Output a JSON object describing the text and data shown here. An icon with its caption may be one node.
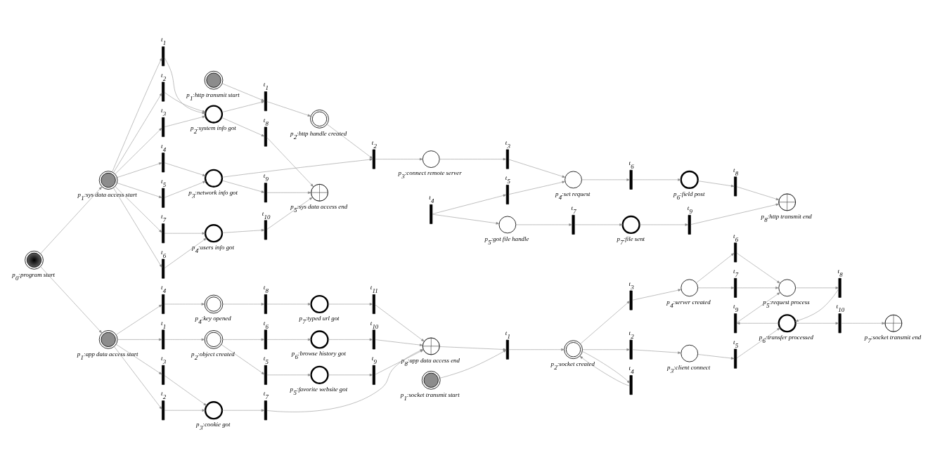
{
  "diagram": {
    "nodes": [
      {
        "text": [
          "p$_{0}$:program start"
        ]
      },
      {
        "text": [
          "p$_{1}$:sys data access start"
        ]
      },
      {
        "text": [
          "t$_{1}$"
        ]
      },
      {
        "text": [
          "t$_{2}$"
        ]
      },
      {
        "text": [
          "t$_{3}$"
        ]
      },
      {
        "text": [
          "t$_{4}$"
        ]
      },
      {
        "text": [
          "t$_{5}$"
        ]
      },
      {
        "text": [
          "t$_{6}$"
        ]
      },
      {
        "text": [
          "t$_{7}$"
        ]
      },
      {
        "text": [
          "p$_{2}$:system info got"
        ]
      },
      {
        "text": [
          "p$_{3}$:network info got"
        ]
      },
      {
        "text": [
          "p$_{4}$:users info got"
        ]
      },
      {
        "text": [
          "t$_{8}$"
        ]
      },
      {
        "text": [
          "t$_{9}$"
        ]
      },
      {
        "text": [
          "t$_{10}$"
        ]
      },
      {
        "text": [
          "p$_{5}$:sys data access end"
        ]
      },
      {
        "text": [
          "p$_{1}$:app data access start"
        ]
      },
      {
        "text": [
          "t$_{1}$"
        ]
      },
      {
        "text": [
          "t$_{2}$"
        ]
      },
      {
        "text": [
          "t$_{3}$"
        ]
      },
      {
        "text": [
          "t$_{4}$"
        ]
      },
      {
        "text": [
          "p$_{2}$:object created"
        ]
      },
      {
        "text": [
          "p$_{3}$:cookie got"
        ]
      },
      {
        "text": [
          "p$_{4}$:key opened"
        ]
      },
      {
        "text": [
          "t$_{5}$"
        ]
      },
      {
        "text": [
          "t$_{6}$"
        ]
      },
      {
        "text": [
          "t$_{7}$"
        ]
      },
      {
        "text": [
          "t$_{8}$"
        ]
      },
      {
        "text": [
          "p$_{5}$:favorite website got"
        ]
      },
      {
        "text": [
          "p$_{6}$:browse history got"
        ]
      },
      {
        "text": [
          "p$_{7}$:typed url got"
        ]
      },
      {
        "text": [
          "t$_{9}$"
        ]
      },
      {
        "text": [
          "t$_{10}$"
        ]
      },
      {
        "text": [
          "t$_{11}$"
        ]
      },
      {
        "text": [
          "p$_{8}$:app data access end"
        ]
      },
      {
        "text": [
          "p$_{1}$:http transmit start"
        ]
      },
      {
        "text": [
          "t$_{1}$"
        ]
      },
      {
        "text": [
          "p$_{2}$:http handle created"
        ]
      },
      {
        "text": [
          "t$_{2}$"
        ]
      },
      {
        "text": [
          "p$_{3}$:connect remote server"
        ]
      },
      {
        "text": [
          "t$_{3}$"
        ]
      },
      {
        "text": [
          "p$_{4}$:set request"
        ]
      },
      {
        "text": [
          "t$_{5}$"
        ]
      },
      {
        "text": [
          "t$_{6}$"
        ]
      },
      {
        "text": [
          "t$_{4}$"
        ]
      },
      {
        "text": [
          "p$_{6}$:field post"
        ]
      },
      {
        "text": [
          "p$_{5}$:got file handle"
        ]
      },
      {
        "text": [
          "t$_{7}$"
        ]
      },
      {
        "text": [
          "p$_{7}$:file sent"
        ]
      },
      {
        "text": [
          "t$_{8}$"
        ]
      },
      {
        "text": [
          "t$_{9}$"
        ]
      },
      {
        "text": [
          "p$_{8}$:http transmit end"
        ]
      },
      {
        "text": [
          "p$_{1}$:socket transmit start"
        ]
      },
      {
        "text": [
          "t$_{1}$"
        ]
      },
      {
        "text": [
          "p$_{2}$:socket created"
        ]
      },
      {
        "text": [
          "t$_{2}$"
        ]
      },
      {
        "text": [
          "t$_{3}$"
        ]
      },
      {
        "text": [
          "t$_{4}$"
        ]
      },
      {
        "text": [
          "p$_{3}$:client connect"
        ]
      },
      {
        "text": [
          "p$_{4}$:server created"
        ]
      },
      {
        "text": [
          "t$_{5}$"
        ]
      },
      {
        "text": [
          "t$_{6}$"
        ]
      },
      {
        "text": [
          "t$_{7}$"
        ]
      },
      {
        "text": [
          "p$_{5}$:request process"
        ]
      },
      {
        "text": [
          "t$_{8}$"
        ]
      },
      {
        "text": [
          "t$_{9}$"
        ]
      },
      {
        "text": [
          "p$_{6}$:transfer processed"
        ]
      },
      {
        "text": [
          "t$_{10}$"
        ]
      },
      {
        "text": [
          "p$_{7}$:socket transmit end"
        ]
      }
    ],
    "edges": [
      {
        "from": 0,
        "to": 1,
        "arrow": "to"
      },
      {
        "from": 1,
        "to": 2,
        "arrow": "to"
      },
      {
        "from": 1,
        "to": 3,
        "arrow": "to"
      },
      {
        "from": 1,
        "to": 4,
        "arrow": "to"
      },
      {
        "from": 1,
        "to": 5,
        "arrow": "to"
      },
      {
        "from": 1,
        "to": 6,
        "arrow": "to"
      },
      {
        "from": 1,
        "to": 7,
        "arrow": "to"
      },
      {
        "from": 1,
        "to": 8,
        "arrow": "to"
      },
      {
        "from": 2,
        "to": 9,
        "arrow": "to"
      },
      {
        "from": 3,
        "to": 9,
        "arrow": "to"
      },
      {
        "from": 4,
        "to": 9,
        "arrow": "to"
      },
      {
        "from": 5,
        "to": 10,
        "arrow": "to"
      },
      {
        "from": 6,
        "to": 10,
        "arrow": "to"
      },
      {
        "from": 7,
        "to": 11,
        "arrow": "to"
      },
      {
        "from": 8,
        "to": 11,
        "arrow": "to"
      },
      {
        "from": 9,
        "to": 12,
        "arrow": "to"
      },
      {
        "from": 10,
        "to": 13,
        "arrow": "to"
      },
      {
        "from": 11,
        "to": 14,
        "arrow": "to"
      },
      {
        "from": 12,
        "to": 15,
        "arrow": "to"
      },
      {
        "from": 13,
        "to": 15,
        "arrow": "to"
      },
      {
        "from": 14,
        "to": 15,
        "arrow": "to"
      },
      {
        "from": 9,
        "to": 36,
        "arrow": "to"
      },
      {
        "from": 10,
        "to": 38,
        "arrow": "to"
      },
      {
        "from": 0,
        "to": 16,
        "arrow": "to"
      },
      {
        "from": 16,
        "to": 17,
        "arrow": "to"
      },
      {
        "from": 16,
        "to": 18,
        "arrow": "to"
      },
      {
        "from": 16,
        "to": 19,
        "arrow": "to"
      },
      {
        "from": 16,
        "to": 20,
        "arrow": "to"
      },
      {
        "from": 17,
        "to": 21,
        "arrow": "to"
      },
      {
        "from": 18,
        "to": 22,
        "arrow": "to"
      },
      {
        "from": 19,
        "to": 22,
        "arrow": "to"
      },
      {
        "from": 20,
        "to": 23,
        "arrow": "to"
      },
      {
        "from": 21,
        "to": 24,
        "arrow": "to"
      },
      {
        "from": 21,
        "to": 25,
        "arrow": "to"
      },
      {
        "from": 22,
        "to": 26,
        "arrow": "to"
      },
      {
        "from": 23,
        "to": 27,
        "arrow": "to"
      },
      {
        "from": 24,
        "to": 28,
        "arrow": "to"
      },
      {
        "from": 25,
        "to": 29,
        "arrow": "to"
      },
      {
        "from": 27,
        "to": 30,
        "arrow": "to"
      },
      {
        "from": 28,
        "to": 31,
        "arrow": "to"
      },
      {
        "from": 29,
        "to": 32,
        "arrow": "to"
      },
      {
        "from": 30,
        "to": 33,
        "arrow": "to"
      },
      {
        "from": 31,
        "to": 34,
        "arrow": "to"
      },
      {
        "from": 32,
        "to": 34,
        "arrow": "to"
      },
      {
        "from": 26,
        "to": 34,
        "arrow": "to"
      },
      {
        "from": 33,
        "to": 34,
        "arrow": "to"
      },
      {
        "from": 34,
        "to": 53,
        "arrow": "to"
      },
      {
        "from": 35,
        "to": 36,
        "arrow": "to"
      },
      {
        "from": 36,
        "to": 37,
        "arrow": "to"
      },
      {
        "from": 37,
        "to": 38,
        "arrow": "to"
      },
      {
        "from": 38,
        "to": 39,
        "arrow": "to"
      },
      {
        "from": 39,
        "to": 40,
        "arrow": "to"
      },
      {
        "from": 40,
        "to": 41,
        "arrow": "to"
      },
      {
        "from": 44,
        "to": 42,
        "arrow": "to"
      },
      {
        "from": 42,
        "to": 41,
        "arrow": "to"
      },
      {
        "from": 41,
        "to": 43,
        "arrow": "to"
      },
      {
        "from": 43,
        "to": 45,
        "arrow": "to"
      },
      {
        "from": 45,
        "to": 49,
        "arrow": "to"
      },
      {
        "from": 49,
        "to": 51,
        "arrow": "to"
      },
      {
        "from": 44,
        "to": 46,
        "arrow": "to"
      },
      {
        "from": 46,
        "to": 47,
        "arrow": "to"
      },
      {
        "from": 47,
        "to": 48,
        "arrow": "to"
      },
      {
        "from": 48,
        "to": 50,
        "arrow": "to"
      },
      {
        "from": 50,
        "to": 51,
        "arrow": "to"
      },
      {
        "from": 52,
        "to": 53,
        "arrow": "to"
      },
      {
        "from": 53,
        "to": 54,
        "arrow": "to"
      },
      {
        "from": 54,
        "to": 55,
        "arrow": "to"
      },
      {
        "from": 54,
        "to": 56,
        "arrow": "to"
      },
      {
        "from": 54,
        "to": 57,
        "arrow": "to"
      },
      {
        "from": 57,
        "to": 54,
        "arrow": "to"
      },
      {
        "from": 55,
        "to": 58,
        "arrow": "to"
      },
      {
        "from": 56,
        "to": 59,
        "arrow": "to"
      },
      {
        "from": 58,
        "to": 60,
        "arrow": "to"
      },
      {
        "from": 60,
        "to": 66,
        "arrow": "to"
      },
      {
        "from": 59,
        "to": 61,
        "arrow": "to"
      },
      {
        "from": 59,
        "to": 62,
        "arrow": "to"
      },
      {
        "from": 61,
        "to": 63,
        "arrow": "to"
      },
      {
        "from": 62,
        "to": 63,
        "arrow": "to"
      },
      {
        "from": 63,
        "to": 64,
        "arrow": "to"
      },
      {
        "from": 64,
        "to": 66,
        "arrow": "to"
      },
      {
        "from": 66,
        "to": 65,
        "arrow": "to"
      },
      {
        "from": 65,
        "to": 63,
        "arrow": "to"
      },
      {
        "from": 66,
        "to": 67,
        "arrow": "to"
      },
      {
        "from": 67,
        "to": 68,
        "arrow": "to"
      }
    ]
  }
}
